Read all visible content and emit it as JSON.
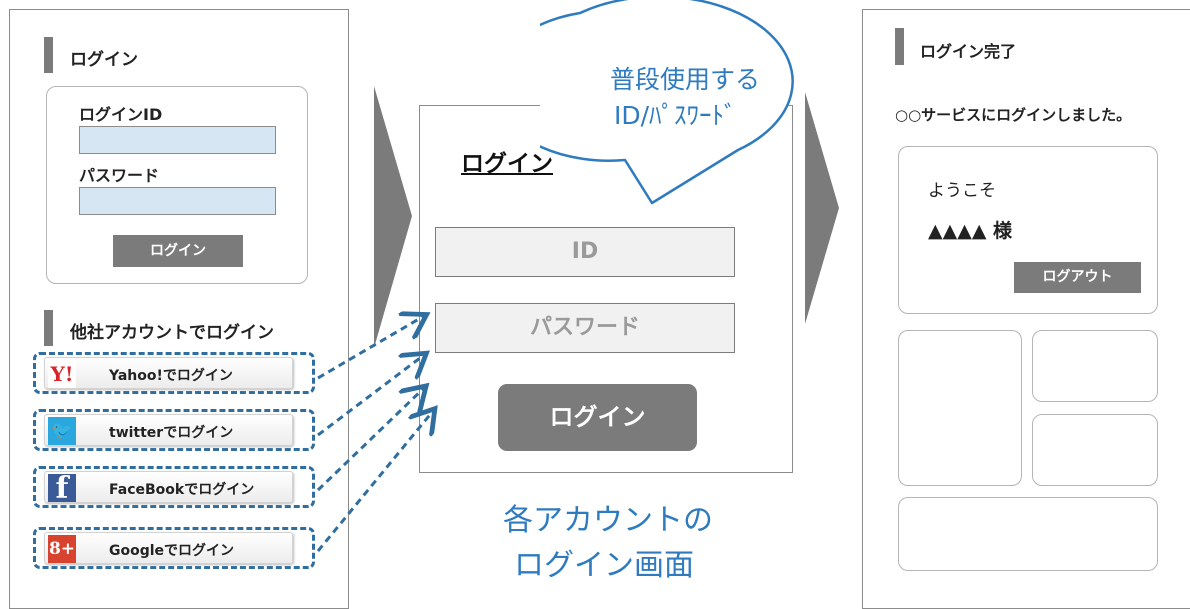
{
  "left_panel": {
    "login_heading": "ログイン",
    "login_id_label": "ログインID",
    "password_label": "パスワード",
    "login_button": "ログイン",
    "other_heading": "他社アカウントでログイン",
    "sns_buttons": [
      {
        "label": "Yahoo!でログイン",
        "icon": "yahoo-icon",
        "icon_text": "Y!",
        "color": "#d9232a"
      },
      {
        "label": "twitterでログイン",
        "icon": "twitter-icon",
        "icon_text": "🐦",
        "color": "#2aa7df"
      },
      {
        "label": "FaceBookでログイン",
        "icon": "facebook-icon",
        "icon_text": "f",
        "color": "#3b5a98"
      },
      {
        "label": "Googleでログイン",
        "icon": "google-plus-icon",
        "icon_text": "8+",
        "color": "#d8432f"
      }
    ]
  },
  "middle_panel": {
    "title": "ログイン",
    "id_field": "ID",
    "password_field": "パスワード",
    "login_button": "ログイン",
    "speech_bubble": {
      "line1": "普段使用する",
      "line2": "ID/ﾊﾟｽﾜｰﾄﾞ"
    },
    "caption": {
      "line1": "各アカウントの",
      "line2": "ログイン画面"
    }
  },
  "right_panel": {
    "heading": "ログイン完了",
    "message": "○○サービスにログインしました。",
    "welcome": "ようこそ",
    "user_name": "▲▲▲▲ 様",
    "logout_button": "ログアウト"
  },
  "colors": {
    "accent_blue": "#2e7bbf",
    "dash_blue": "#2f6e9f",
    "button_gray": "#7b7b7b",
    "input_blue": "#d6e6f3"
  }
}
